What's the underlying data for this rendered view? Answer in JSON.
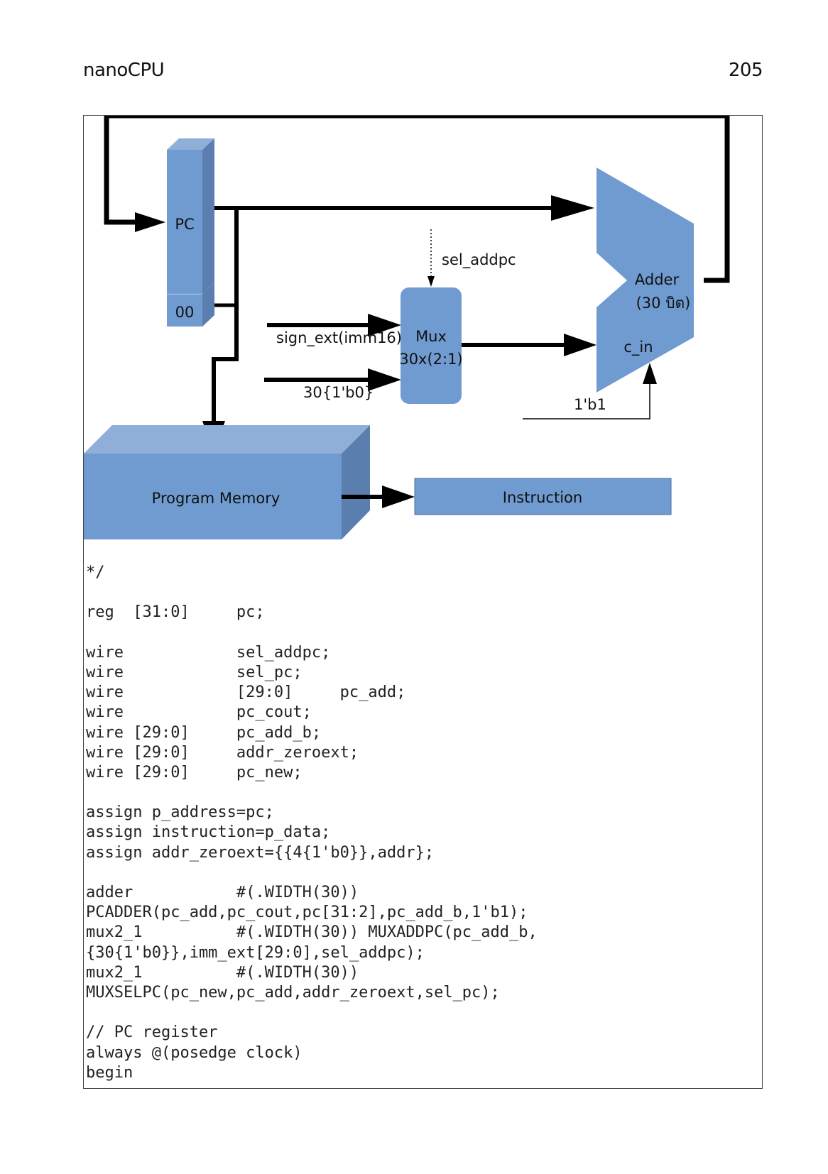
{
  "header": {
    "title": "nanoCPU",
    "page_number": "205"
  },
  "diagram": {
    "pc_label": "PC",
    "pc_low_bits": "00",
    "sel_addpc": "sel_addpc",
    "sign_ext": "sign_ext(imm16)",
    "zeros_input": "30{1'b0}",
    "mux_line1": "Mux",
    "mux_line2": "30x(2:1)",
    "adder_line1": "Adder",
    "adder_line2": "(30 บิต)",
    "c_in": "c_in",
    "one_b1": "1'b1",
    "program_memory": "Program Memory",
    "instruction": "Instruction"
  },
  "code_lines": [
    "*/",
    "",
    "reg  [31:0]     pc;",
    "",
    "wire            sel_addpc;",
    "wire            sel_pc;",
    "wire            [29:0]     pc_add;",
    "wire            pc_cout;",
    "wire [29:0]     pc_add_b;",
    "wire [29:0]     addr_zeroext;",
    "wire [29:0]     pc_new;",
    "",
    "assign p_address=pc;",
    "assign instruction=p_data;",
    "assign addr_zeroext={{4{1'b0}},addr};",
    "",
    "adder           #(.WIDTH(30))",
    "PCADDER(pc_add,pc_cout,pc[31:2],pc_add_b,1'b1);",
    "mux2_1          #(.WIDTH(30)) MUXADDPC(pc_add_b,",
    "{30{1'b0}},imm_ext[29:0],sel_addpc);",
    "mux2_1          #(.WIDTH(30))",
    "MUXSELPC(pc_new,pc_add,addr_zeroext,sel_pc);",
    "",
    "// PC register",
    "always @(posedge clock)",
    "begin"
  ]
}
